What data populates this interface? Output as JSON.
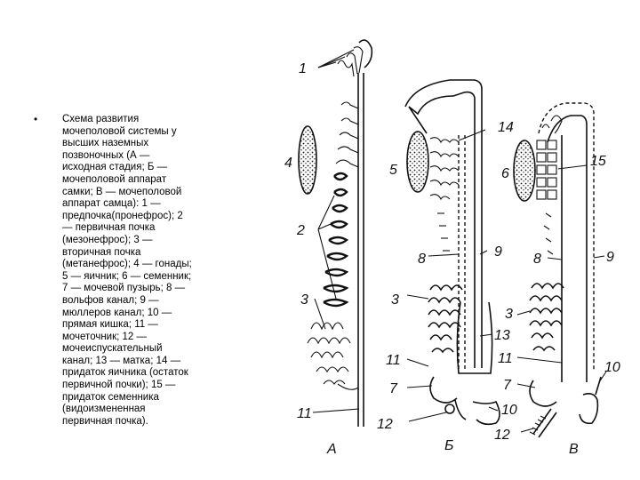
{
  "slide": {
    "bullet": "•",
    "caption_lines": [
      "Схема развития",
      "мочеполовой системы у",
      "высших наземных",
      "позвоночных (А —",
      "исходная стадия; Б —",
      "мочеполовой аппарат",
      "самки; В — мочеполовой",
      "аппарат самца): 1 —",
      "предпочка(пронефрос); 2",
      "— первичная почка",
      "(мезонефрос); 3 —",
      "вторичная почка",
      "(метанефрос); 4 — гонады;",
      "5 — яичник; 6 — семенник;",
      "7 — мочевой пузырь; 8 —",
      "вольфов канал; 9 —",
      "мюллеров канал; 10 —",
      "прямая кишка; 11 —",
      "мочеточник; 12 —",
      "мочеиспускательный",
      "канал; 13 — матка; 14 —",
      "придаток яичника (остаток",
      "первичной почки); 15 —",
      "придаток семенника",
      "(видоизмененная",
      "первичная почка)."
    ]
  },
  "figure": {
    "panel_labels": {
      "a": "А",
      "b": "Б",
      "c": "В"
    },
    "numbers": {
      "n1": "1",
      "n2": "2",
      "n3": "3",
      "n4": "4",
      "n11": "11",
      "b5": "5",
      "b14": "14",
      "b8": "8",
      "b9": "9",
      "b3": "3",
      "b13": "13",
      "b11": "11",
      "b7": "7",
      "b12": "12",
      "b10": "10",
      "c6": "6",
      "c15": "15",
      "c8": "8",
      "c9": "9",
      "c3": "3",
      "c11": "11",
      "c7": "7",
      "c10": "10",
      "c12": "12"
    }
  }
}
